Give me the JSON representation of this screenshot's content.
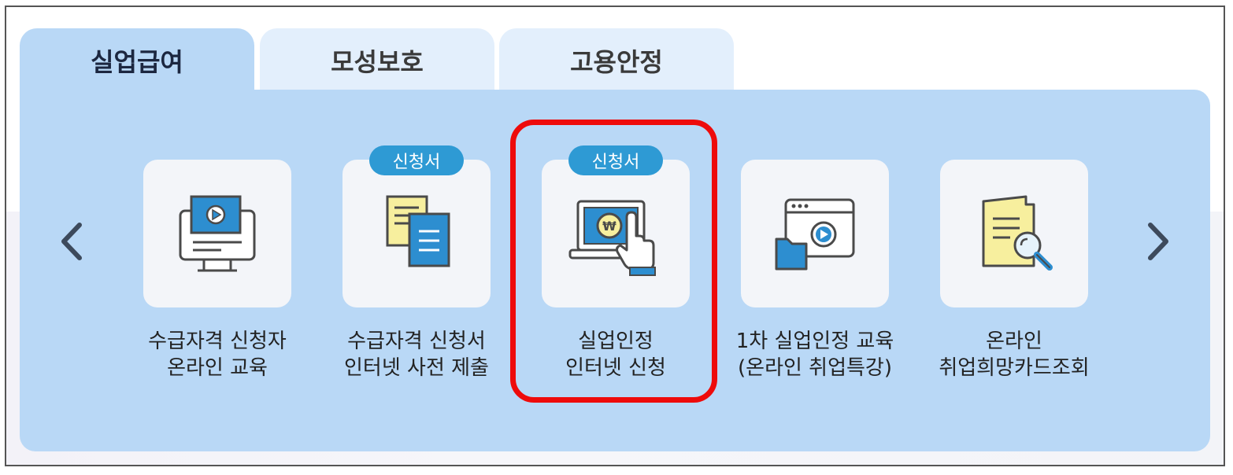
{
  "tabs": [
    {
      "label": "실업급여",
      "active": true
    },
    {
      "label": "모성보호",
      "active": false
    },
    {
      "label": "고용안정",
      "active": false
    }
  ],
  "carousel": {
    "prev_icon": "chevron-left-icon",
    "next_icon": "chevron-right-icon",
    "items": [
      {
        "line1": "수급자격 신청자",
        "line2": "온라인 교육",
        "badge": "",
        "icon": "monitor-play-icon"
      },
      {
        "line1": "수급자격 신청서",
        "line2": "인터넷 사전 제출",
        "badge": "신청서",
        "icon": "documents-icon"
      },
      {
        "line1": "실업인정",
        "line2": "인터넷 신청",
        "badge": "신청서",
        "icon": "laptop-touch-icon"
      },
      {
        "line1": "1차 실업인정 교육",
        "line2": "(온라인 취업특강)",
        "badge": "",
        "icon": "video-folder-icon"
      },
      {
        "line1": "온라인",
        "line2": "취업희망카드조회",
        "badge": "",
        "icon": "document-search-icon"
      }
    ]
  },
  "colors": {
    "panel": "#b9d8f6",
    "inactive_tab": "#e3effc",
    "badge": "#2e9ad4",
    "highlight": "#ee0b0b"
  }
}
